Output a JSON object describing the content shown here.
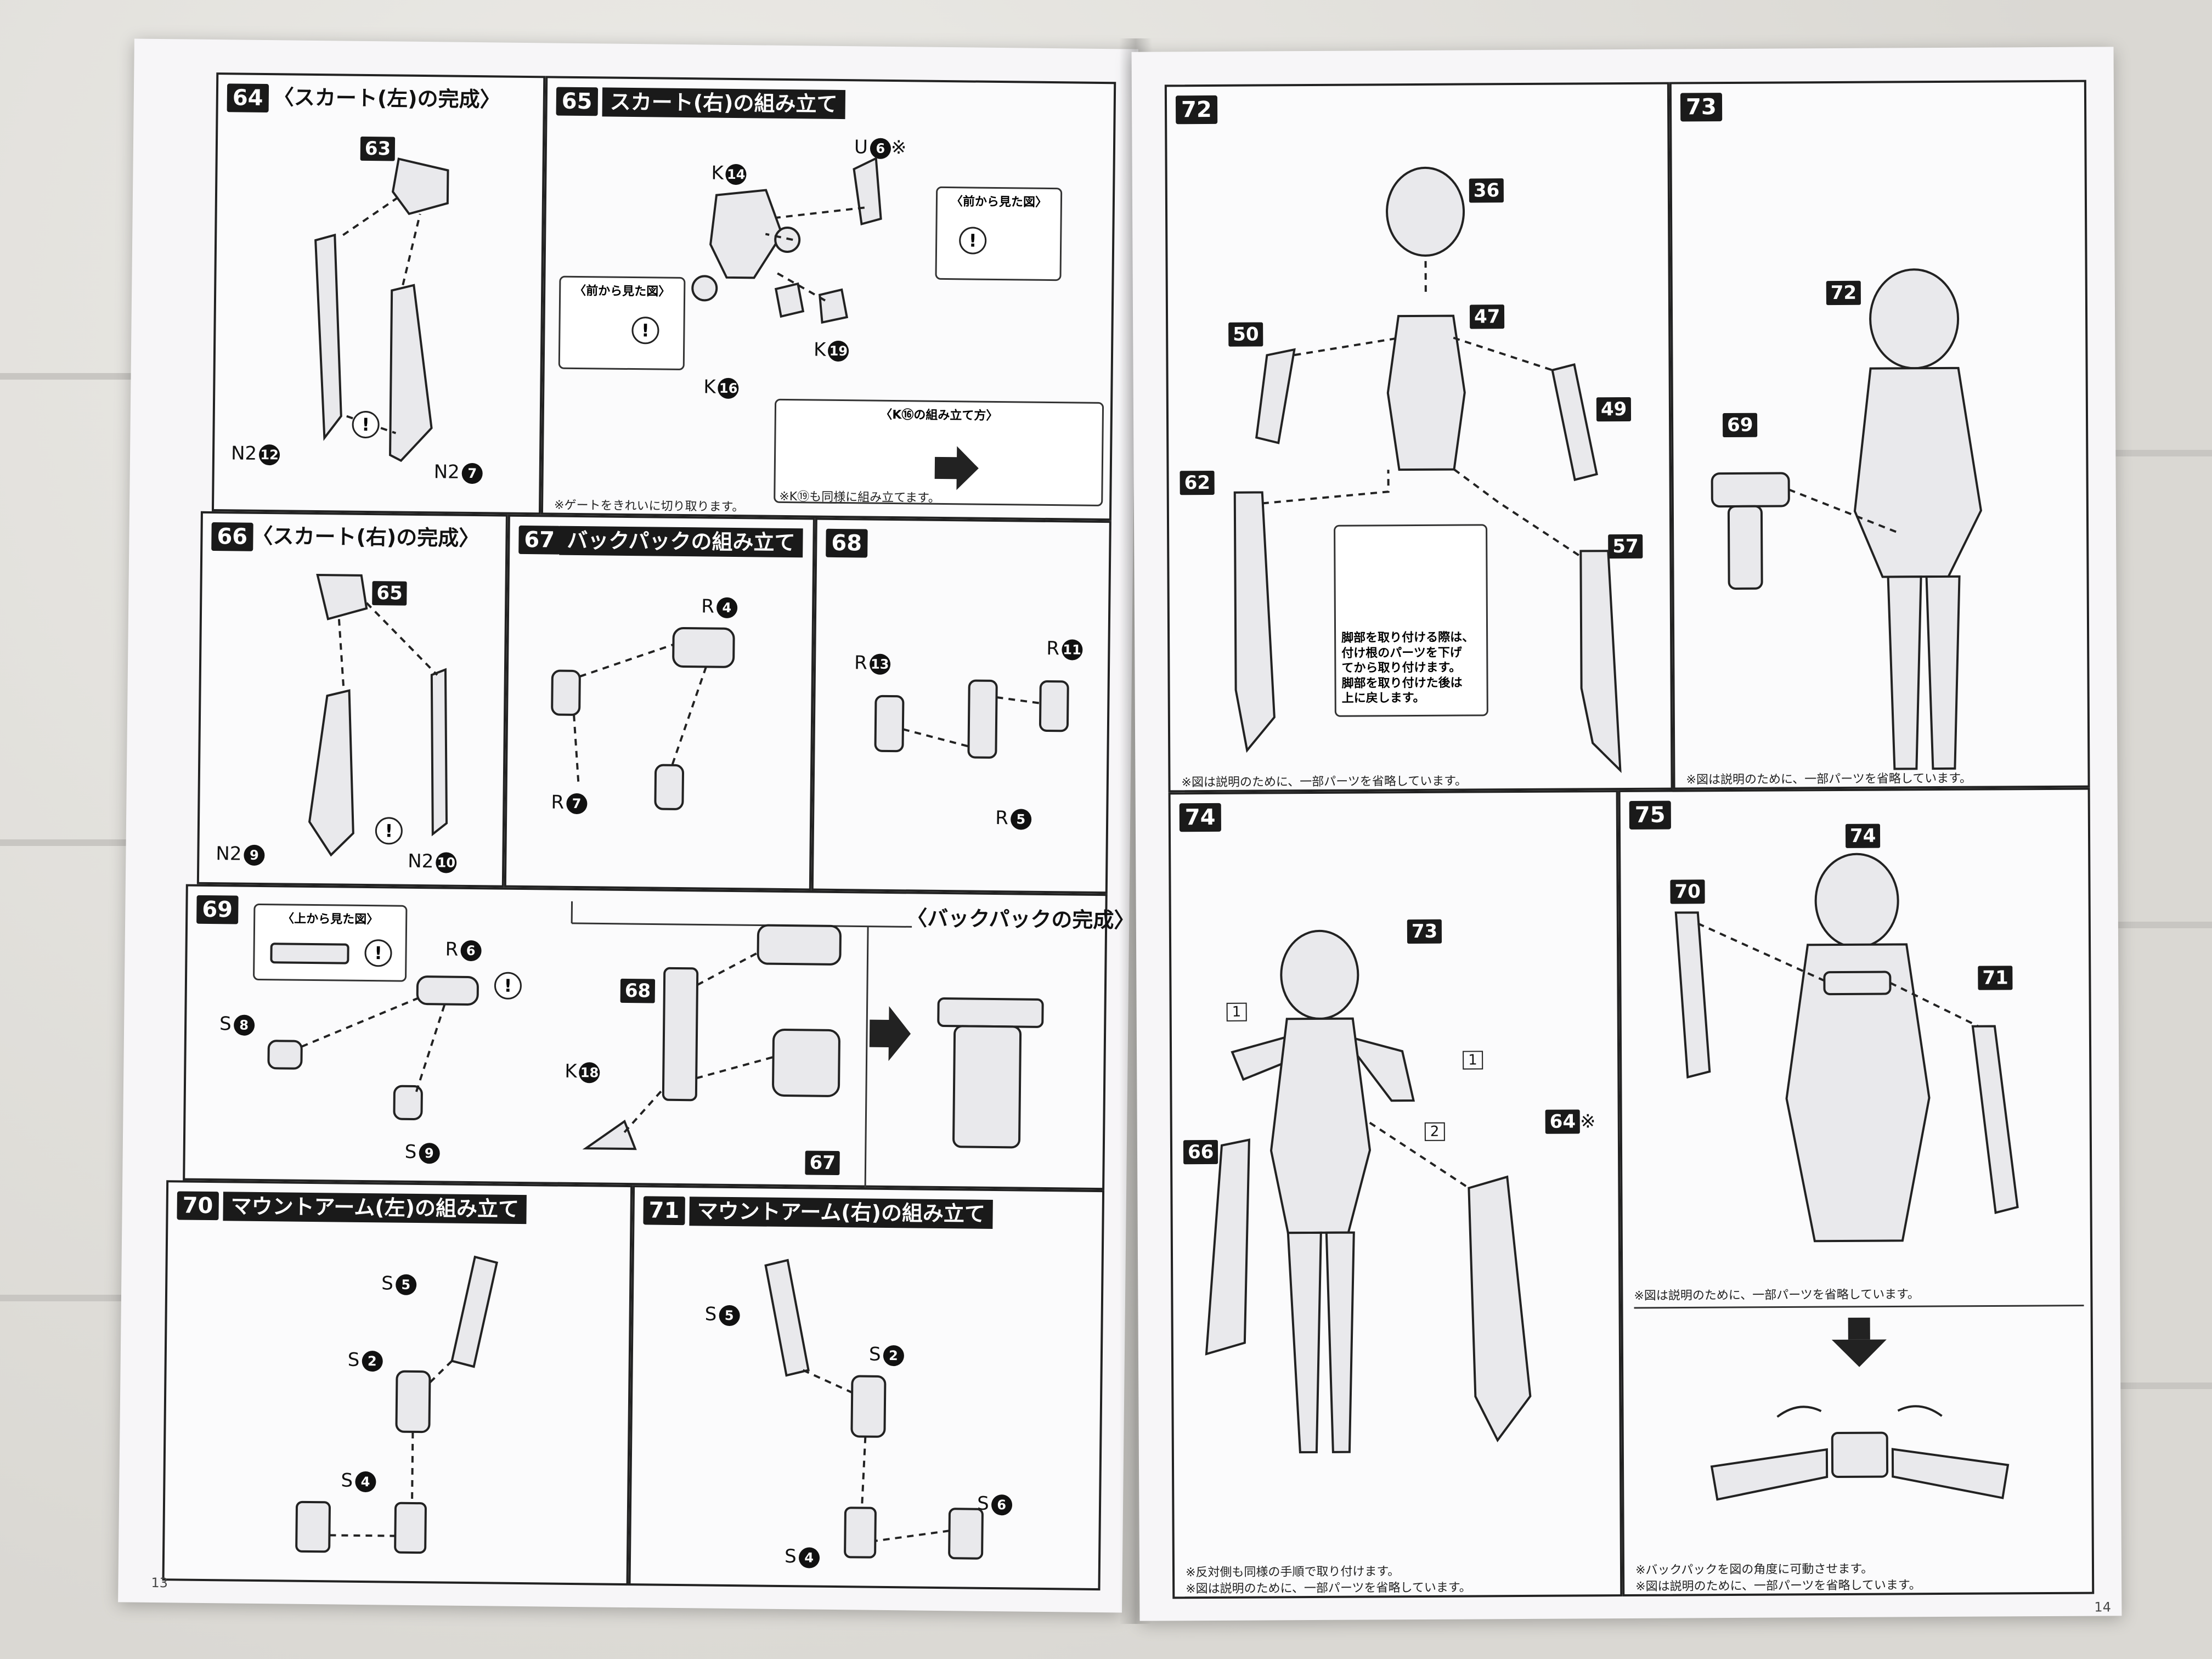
{
  "left_page": {
    "page_number": "13",
    "steps": {
      "s64": {
        "num": "64",
        "title": "〈スカート(左)の完成〉",
        "labels": {
          "a": "63",
          "b_text": "N2",
          "b_circ": "12",
          "c_text": "N2",
          "c_circ": "7"
        }
      },
      "s65": {
        "num": "65",
        "title": "スカート(右)の組み立て",
        "labels": {
          "u_text": "U",
          "u_circ": "6",
          "u_mark": "※",
          "k14_text": "K",
          "k14_circ": "14",
          "k19_text": "K",
          "k19_circ": "19",
          "k16_text": "K",
          "k16_circ": "16"
        },
        "inset_front_a": "〈前から見た図〉",
        "inset_front_b": "〈前から見た図〉",
        "inset_k": "〈K⑯の組み立て方〉",
        "note_gate": "※ゲートをきれいに切り取ります。",
        "note_k": "※K⑲も同様に組み立てます。"
      },
      "s66": {
        "num": "66",
        "title": "〈スカート(右)の完成〉",
        "labels": {
          "a": "65",
          "b_text": "N2",
          "b_circ": "9",
          "c_text": "N2",
          "c_circ": "10"
        }
      },
      "s67": {
        "num": "67",
        "title": "バックパックの組み立て",
        "labels": {
          "r4_text": "R",
          "r4_circ": "4",
          "r7_text": "R",
          "r7_circ": "7"
        }
      },
      "s68": {
        "num": "68",
        "labels": {
          "r13_text": "R",
          "r13_circ": "13",
          "r11_text": "R",
          "r11_circ": "11",
          "r5_text": "R",
          "r5_circ": "5"
        }
      },
      "s69": {
        "num": "69",
        "inset_top": "〈上から見た図〉",
        "complete_title": "〈バックパックの完成〉",
        "labels": {
          "r6_text": "R",
          "r6_circ": "6",
          "s8_text": "S",
          "s8_circ": "8",
          "s9_text": "S",
          "s9_circ": "9",
          "k18_text": "K",
          "k18_circ": "18",
          "t68": "68",
          "t67": "67"
        }
      },
      "s70": {
        "num": "70",
        "title": "マウントアーム(左)の組み立て",
        "labels": {
          "s5_text": "S",
          "s5_circ": "5",
          "s2_text": "S",
          "s2_circ": "2",
          "s4_text": "S",
          "s4_circ": "4"
        }
      },
      "s71": {
        "num": "71",
        "title": "マウントアーム(右)の組み立て",
        "labels": {
          "s5_text": "S",
          "s5_circ": "5",
          "s2_text": "S",
          "s2_circ": "2",
          "s4_text": "S",
          "s4_circ": "4",
          "s6_text": "S",
          "s6_circ": "6"
        }
      }
    }
  },
  "right_page": {
    "page_number": "14",
    "steps": {
      "s72": {
        "num": "72",
        "tags": {
          "t36": "36",
          "t47": "47",
          "t50": "50",
          "t49": "49",
          "t62": "62",
          "t57": "57"
        },
        "callout": [
          "脚部を取り付ける際は、",
          "付け根のパーツを下げ",
          "てから取り付けます。",
          "脚部を取り付けた後は",
          "上に戻します。"
        ],
        "note": "※図は説明のために、一部パーツを省略しています。"
      },
      "s73": {
        "num": "73",
        "tags": {
          "t72": "72",
          "t69": "69"
        },
        "note": "※図は説明のために、一部パーツを省略しています。"
      },
      "s74": {
        "num": "74",
        "tags": {
          "t73": "73",
          "t66": "66",
          "t64": "64",
          "t64_mark": "※"
        },
        "steps_marks": {
          "m1a": "1",
          "m1b": "1",
          "m2": "2"
        },
        "note1": "※反対側も同様の手順で取り付けます。",
        "note2": "※図は説明のために、一部パーツを省略しています。"
      },
      "s75": {
        "num": "75",
        "tags": {
          "t74": "74",
          "t70": "70",
          "t71": "71"
        },
        "note_top": "※図は説明のために、一部パーツを省略しています。",
        "note1": "※バックパックを図の角度に可動させます。",
        "note2": "※図は説明のために、一部パーツを省略しています。"
      }
    }
  }
}
